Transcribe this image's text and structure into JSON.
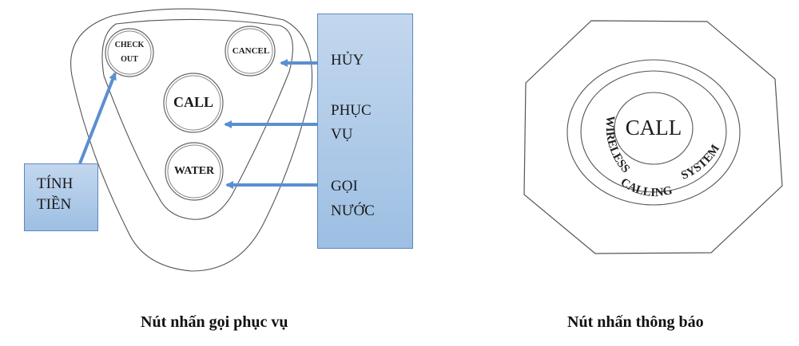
{
  "left_figure": {
    "caption": "Nút nhấn gọi phục vụ",
    "buttons": {
      "checkout_line1": "CHECK",
      "checkout_line2": "OUT",
      "cancel": "CANCEL",
      "call": "CALL",
      "water": "WATER"
    },
    "left_label": {
      "line1": "TÍNH",
      "line2": "TIỀN"
    },
    "right_labels": {
      "cancel": "HỦY",
      "call_line1": "PHỤC",
      "call_line2": "VỤ",
      "water_line1": "GỌI",
      "water_line2": "NƯỚC"
    },
    "arrow_color": "#5b8fd0",
    "box_color": "#a9c6e8"
  },
  "right_figure": {
    "caption": "Nút nhấn thông báo",
    "center_text": "CALL",
    "ring_text_left": "WIRELESS",
    "ring_text_bottom": "CALLING",
    "ring_text_right": "SYSTEM"
  }
}
